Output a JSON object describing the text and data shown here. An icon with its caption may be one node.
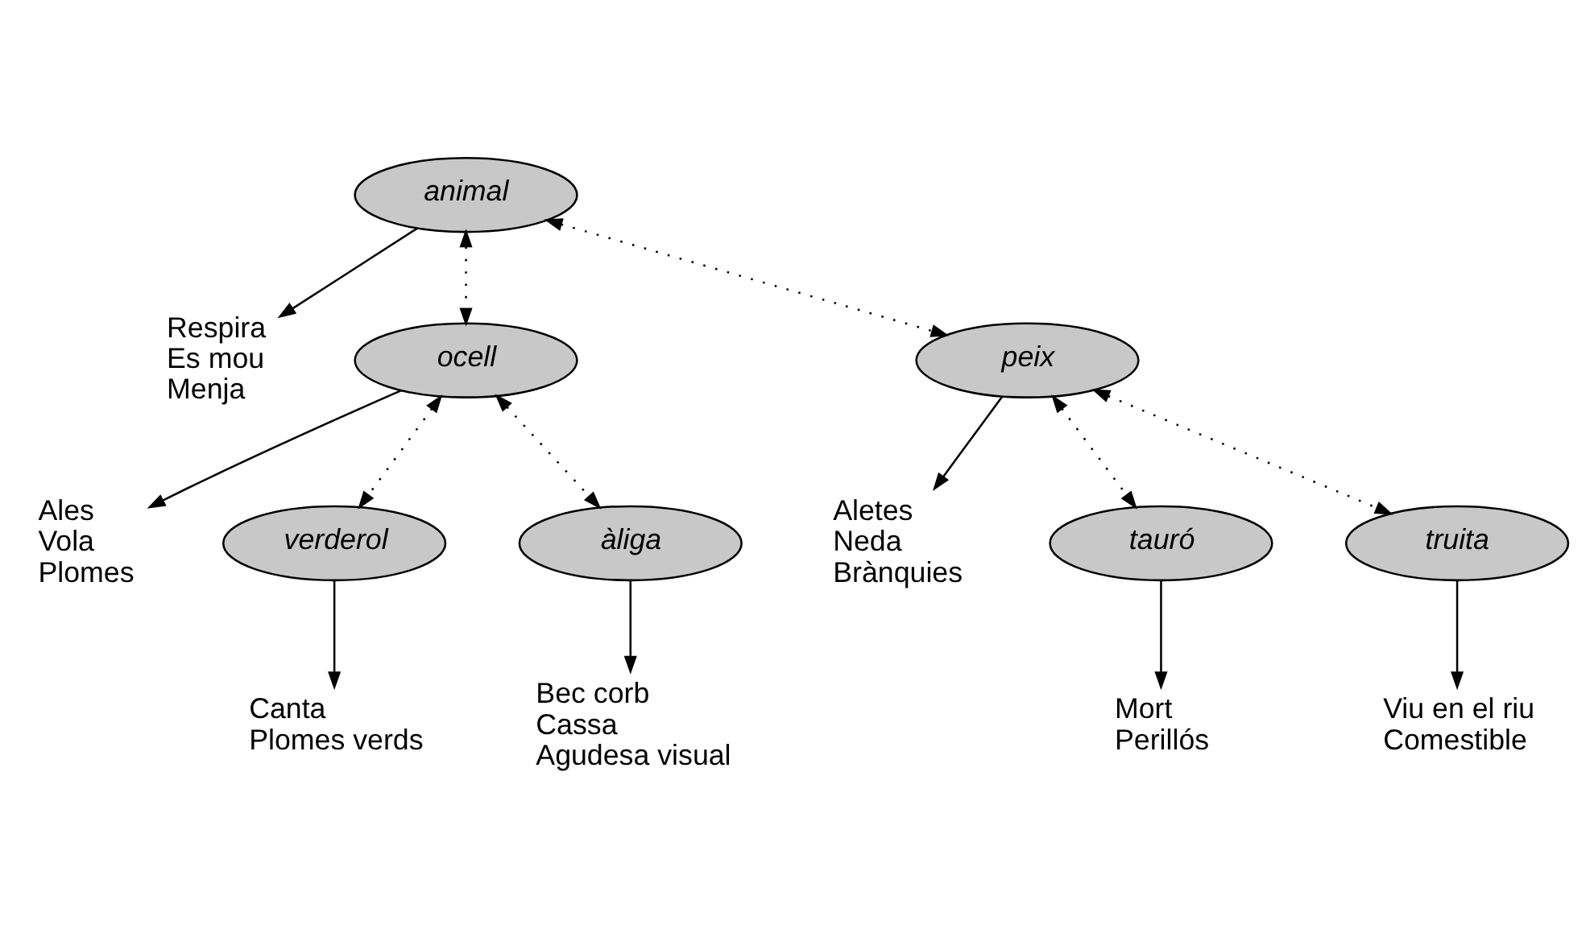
{
  "diagram": {
    "nodes": [
      {
        "text": [
          "animal"
        ]
      },
      {
        "text": [
          "Respira",
          "Es mou",
          "Menja"
        ]
      },
      {
        "text": [
          "ocell"
        ]
      },
      {
        "text": [
          "Ales",
          "Vola",
          "Plomes"
        ]
      },
      {
        "text": [
          "peix"
        ]
      },
      {
        "text": [
          "Aletes",
          "Neda",
          "Brànquies"
        ]
      },
      {
        "text": [
          "verderol"
        ]
      },
      {
        "text": [
          "Canta",
          "Plomes verds"
        ]
      },
      {
        "text": [
          "àliga"
        ]
      },
      {
        "text": [
          "Bec corb",
          "Cassa",
          "Agudesa visual"
        ]
      },
      {
        "text": [
          "tauró"
        ]
      },
      {
        "text": [
          "Mort",
          "Perillós"
        ]
      },
      {
        "text": [
          "truita"
        ]
      },
      {
        "text": [
          "Viu en el riu",
          "Comestible"
        ]
      }
    ],
    "edges": [
      {
        "from": 0,
        "to": 2,
        "arrow": "both",
        "style": "dashed"
      },
      {
        "from": 0,
        "to": 1,
        "arrow": "to"
      },
      {
        "from": 0,
        "to": 4,
        "arrow": "both",
        "style": "dashed"
      },
      {
        "from": 2,
        "to": 3,
        "arrow": "to"
      },
      {
        "from": 2,
        "to": 6,
        "arrow": "both",
        "style": "dashed"
      },
      {
        "from": 2,
        "to": 8,
        "arrow": "both",
        "style": "dashed"
      },
      {
        "from": 4,
        "to": 5,
        "arrow": "to"
      },
      {
        "from": 4,
        "to": 10,
        "arrow": "both",
        "style": "dashed"
      },
      {
        "from": 4,
        "to": 12,
        "arrow": "both",
        "style": "dashed"
      },
      {
        "from": 6,
        "to": 7,
        "arrow": "to"
      },
      {
        "from": 8,
        "to": 9,
        "arrow": "to"
      },
      {
        "from": 10,
        "to": 11,
        "arrow": "to"
      },
      {
        "from": 12,
        "to": 13,
        "arrow": "to"
      }
    ]
  }
}
